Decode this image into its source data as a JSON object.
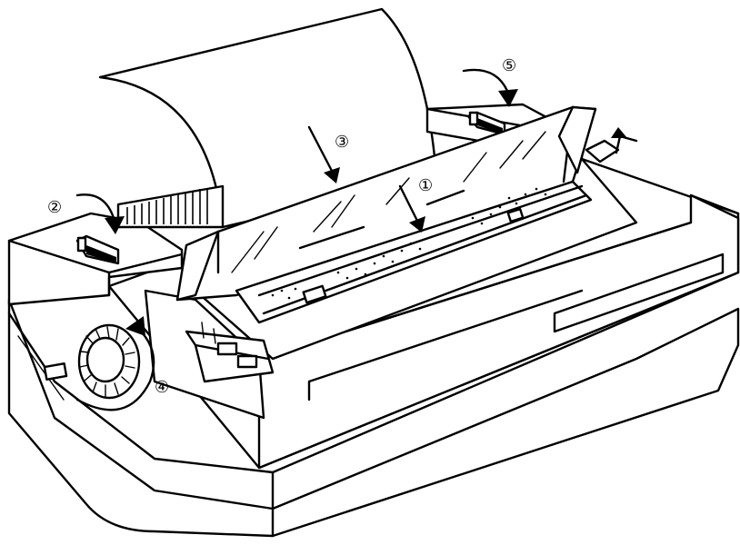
{
  "steps": [
    {
      "id": "1",
      "label": "①"
    },
    {
      "id": "2",
      "label": "②"
    },
    {
      "id": "3",
      "label": "③"
    },
    {
      "id": "4",
      "label": "④"
    },
    {
      "id": "5",
      "label": "⑤"
    }
  ],
  "colors": {
    "ink": "#000000",
    "paper": "#ffffff"
  },
  "icons": [
    "curved-arrow-icon",
    "straight-arrow-icon",
    "rotate-arrow-icon",
    "up-arrow-icon"
  ]
}
